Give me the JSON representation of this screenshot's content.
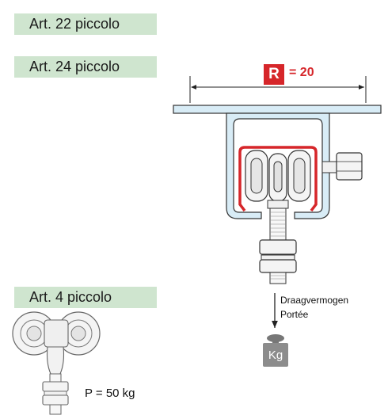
{
  "labels": {
    "art22": "Art. 22 piccolo",
    "art24": "Art. 24 piccolo",
    "art4": "Art. 4 piccolo"
  },
  "rail": {
    "r_letter": "R",
    "r_value": "= 20"
  },
  "load": {
    "caption_line1": "Draagvermogen",
    "caption_line2": "Portée",
    "weight_text": "Kg"
  },
  "capacity": "P = 50 kg",
  "colors": {
    "label_bg": "#cfe5cf",
    "rail_fill": "#d8ecf6",
    "accent_red": "#d6262a",
    "weight_grey": "#8c8c8c"
  }
}
